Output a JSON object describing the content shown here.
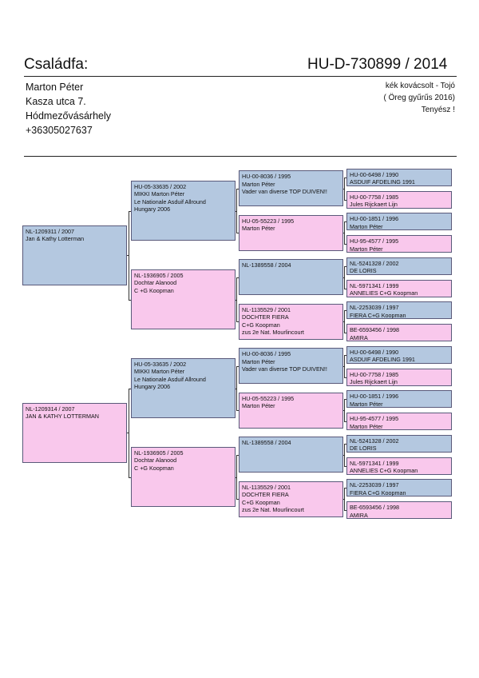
{
  "header": {
    "title": "Családfa:",
    "ring": "HU-D-730899 / 2014"
  },
  "owner": {
    "lines": [
      "Marton Péter",
      "Kasza utca 7.",
      " Hódmezővásárhely",
      "+36305027637"
    ]
  },
  "bird": {
    "lines": [
      "kék kovácsolt - Tojó",
      "( Öreg gyűrűs 2016)",
      "Tenyész !"
    ]
  },
  "pedigree": {
    "sire": {
      "lines": [
        "NL-1209311 / 2007",
        "Jan & Kathy Lotterman"
      ],
      "sire": {
        "lines": [
          "HU-05-33635 / 2002",
          "MIKKI  Marton Péter",
          "Le Nationale Asduif Allround",
          "Hungary 2006"
        ],
        "sire": {
          "lines": [
            "HU-00-8036 / 1995",
            "Marton Péter",
            "Vader van diverse TOP DUIVEN!!"
          ],
          "sire": {
            "lines": [
              "HU-00-6498 / 1990",
              "ASDUIF AFDELING 1991"
            ]
          },
          "dam": {
            "lines": [
              "HU-00-7758 / 1985",
              "Jules Rijckaert Lijn"
            ]
          }
        },
        "dam": {
          "lines": [
            "HU-05-55223 / 1995",
            "Marton Péter"
          ],
          "sire": {
            "lines": [
              "HU-00-1851 / 1996",
              "Marton Péter"
            ]
          },
          "dam": {
            "lines": [
              "HU-95-4577 / 1995",
              "Marton Péter"
            ]
          }
        }
      },
      "dam": {
        "lines": [
          "NL-1936905 / 2005",
          "Dochtar Alanood",
          "C +G Koopman"
        ],
        "sire": {
          "lines": [
            "NL-1389558 / 2004"
          ],
          "sire": {
            "lines": [
              "NL-5241328 / 2002",
              "DE LORIS"
            ]
          },
          "dam": {
            "lines": [
              "NL-5971341 / 1999",
              "ANNELIES  C+G Koopman"
            ]
          }
        },
        "dam": {
          "lines": [
            "NL-1135529 / 2001",
            "DOCHTER FIERA",
            "C+G Koopman",
            "zus 2e Nat. Mourlincourt"
          ],
          "sire": {
            "lines": [
              "NL-2253039 / 1997",
              "FIERA   C+G Koopman"
            ]
          },
          "dam": {
            "lines": [
              "BE-6593456 / 1998",
              "AMIRA"
            ]
          }
        }
      }
    },
    "dam": {
      "lines": [
        "NL-1209314 / 2007",
        "JAN & KATHY LOTTERMAN"
      ],
      "sire": {
        "lines": [
          "HU-05-33635 / 2002",
          "MIKKI  Marton Péter",
          "Le Nationale Asduif Allround",
          "Hungary 2006"
        ],
        "sire": {
          "lines": [
            "HU-00-8036 / 1995",
            "Marton Péter",
            "Vader van diverse TOP DUIVEN!!"
          ],
          "sire": {
            "lines": [
              "HU-00-6498 / 1990",
              "ASDUIF AFDELING 1991"
            ]
          },
          "dam": {
            "lines": [
              "HU-00-7758 / 1985",
              "Jules Rijckaert Lijn"
            ]
          }
        },
        "dam": {
          "lines": [
            "HU-05-55223 / 1995",
            "Marton Péter"
          ],
          "sire": {
            "lines": [
              "HU-00-1851 / 1996",
              "Marton Péter"
            ]
          },
          "dam": {
            "lines": [
              "HU-95-4577 / 1995",
              "Marton Péter"
            ]
          }
        }
      },
      "dam": {
        "lines": [
          "NL-1936905 / 2005",
          "Dochtar Alanood",
          "C +G Koopman"
        ],
        "sire": {
          "lines": [
            "NL-1389558 / 2004"
          ],
          "sire": {
            "lines": [
              "NL-5241328 / 2002",
              "DE LORIS"
            ]
          },
          "dam": {
            "lines": [
              "NL-5971341 / 1999",
              "ANNELIES  C+G Koopman"
            ]
          }
        },
        "dam": {
          "lines": [
            "NL-1135529 / 2001",
            "DOCHTER FIERA",
            "C+G Koopman",
            "zus 2e Nat. Mourlincourt"
          ],
          "sire": {
            "lines": [
              "NL-2253039 / 1997",
              "FIERA   C+G Koopman"
            ]
          },
          "dam": {
            "lines": [
              "BE-6593456 / 1998",
              "AMIRA"
            ]
          }
        }
      }
    }
  },
  "colors": {
    "male": "#b4c8e0",
    "female": "#f9c8ec",
    "border": "#5a5a7a"
  }
}
